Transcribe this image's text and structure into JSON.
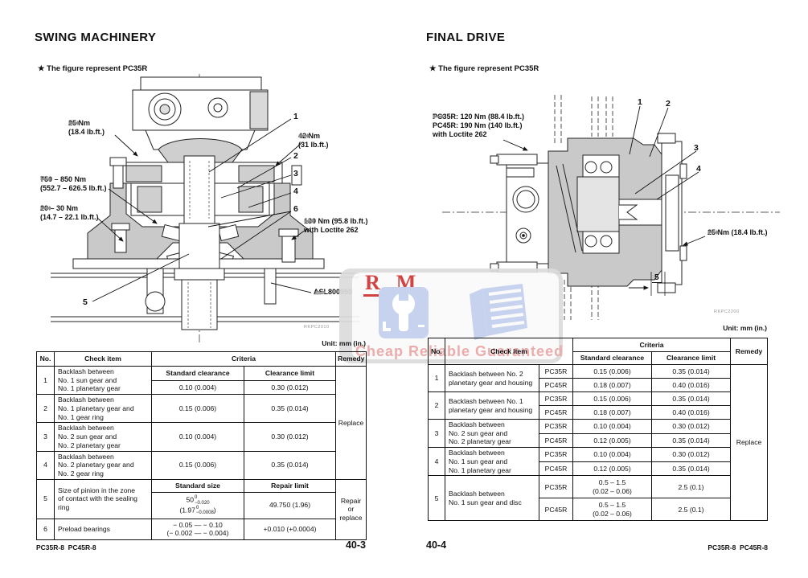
{
  "watermark": {
    "letter_r": "R",
    "letter_m": "M",
    "tagline": "Cheap Reliable Guaranteed"
  },
  "left": {
    "title": "SWING MACHINERY",
    "note": "★  The figure represent PC35R",
    "figure_code": "RKPC2010",
    "unit": "Unit: mm (in.)",
    "callouts": {
      "c25": "25 Nm\n(18.4 lb.ft.)",
      "c750": "750 – 850 Nm\n(552.7 – 626.5 lb.ft.)",
      "c20": "20 – 30 Nm\n(14.7 – 22.1 lb.ft.)",
      "c42": "42 Nm\n(31 lb.ft.)",
      "c130": "130 Nm (95.8 lb.ft.)\nwith Loctite 262",
      "seal": "ASL800050",
      "n1": "1",
      "n2": "2",
      "n3": "3",
      "n4": "4",
      "n5": "5",
      "n6": "6"
    },
    "table": {
      "h_no": "No.",
      "h_item": "Check item",
      "h_criteria": "Criteria",
      "h_remedy": "Remedy",
      "rows": [
        {
          "no": "1",
          "item": "Backlash between\nNo. 1 sun gear and\nNo. 1 planetary gear",
          "sub_std": "Standard clearance",
          "sub_lim": "Clearance limit",
          "std": "0.10 (0.004)",
          "lim": "0.30 (0.012)"
        },
        {
          "no": "2",
          "item": "Backlash between\nNo. 1 planetary gear and\nNo. 1 gear ring",
          "std": "0.15 (0.006)",
          "lim": "0.35 (0.014)"
        },
        {
          "no": "3",
          "item": "Backlash between\nNo. 2 sun gear and\nNo. 2 planetary gear",
          "std": "0.10 (0.004)",
          "lim": "0.30 (0.012)"
        },
        {
          "no": "4",
          "item": "Backlash between\nNo. 2 planetary gear and\nNo. 2 gear ring",
          "std": "0.15 (0.006)",
          "lim": "0.35 (0.014)"
        },
        {
          "no": "5",
          "item": "Size of pinion in the zone\nof contact with the sealing ring",
          "sub_std": "Standard size",
          "sub_lim": "Repair limit",
          "std_main": "50",
          "std_sup": "0",
          "std_sub": "−0.020",
          "std2_open": "(1.97",
          "std2_sup": "0",
          "std2_sub": "−0.0008",
          "std2_close": ")",
          "lim": "49.750 (1.96)"
        },
        {
          "no": "6",
          "item": "Preload bearings",
          "std": "− 0.05 — − 0.10\n(− 0.002 — − 0.004)",
          "lim": "+0.010 (+0.0004)"
        }
      ],
      "remedy_top": "Replace",
      "remedy_bottom": "Repair or\nreplace"
    },
    "footer_models": "PC35R-8  PC45R-8",
    "footer_page": "40-3"
  },
  "right": {
    "title": "FINAL DRIVE",
    "note": "★  The figure represent PC35R",
    "figure_code": "RKPC2200",
    "unit": "Unit: mm (in.)",
    "callouts": {
      "cmain": "PC35R: 120 Nm (88.4 lb.ft.)\nPC45R: 190 Nm (140 lb.ft.)\nwith Loctite 262",
      "c25": "25 Nm (18.4 lb.ft.)",
      "dim": "5",
      "n1": "1",
      "n2": "2",
      "n3": "3",
      "n4": "4"
    },
    "table": {
      "h_no": "No.",
      "h_item": "Check item",
      "h_criteria": "Criteria",
      "h_remedy": "Remedy",
      "sub_std": "Standard clearance",
      "sub_lim": "Clearance limit",
      "rows": [
        {
          "no": "1",
          "item": "Backlash between No. 2\nplanetary gear and housing",
          "m1": "PC35R",
          "s1": "0.15 (0.006)",
          "l1": "0.35 (0.014)",
          "m2": "PC45R",
          "s2": "0.18 (0.007)",
          "l2": "0.40 (0.016)"
        },
        {
          "no": "2",
          "item": "Backlash between No. 1\nplanetary gear and housing",
          "m1": "PC35R",
          "s1": "0.15 (0.006)",
          "l1": "0.35 (0.014)",
          "m2": "PC45R",
          "s2": "0.18 (0.007)",
          "l2": "0.40 (0.016)"
        },
        {
          "no": "3",
          "item": "Backlash between\nNo. 2 sun gear and\nNo. 2 planetary gear",
          "m1": "PC35R",
          "s1": "0.10 (0.004)",
          "l1": "0.30 (0.012)",
          "m2": "PC45R",
          "s2": "0.12 (0.005)",
          "l2": "0.35 (0.014)"
        },
        {
          "no": "4",
          "item": "Backlash between\nNo. 1 sun gear and\nNo. 1 planetary gear",
          "m1": "PC35R",
          "s1": "0.10 (0.004)",
          "l1": "0.30 (0.012)",
          "m2": "PC45R",
          "s2": "0.12 (0.005)",
          "l2": "0.35 (0.014)"
        },
        {
          "no": "5",
          "item": "Backlash between\nNo. 1 sun gear and disc",
          "m1": "PC35R",
          "s1": "0.5 – 1.5\n(0.02 – 0.06)",
          "l1": "2.5 (0.1)",
          "m2": "PC45R",
          "s2": "0.5 – 1.5\n(0.02 – 0.06)",
          "l2": "2.5 (0.1)"
        }
      ],
      "remedy": "Replace"
    },
    "footer_models": "PC35R-8  PC45R-8",
    "footer_page": "40-4"
  }
}
